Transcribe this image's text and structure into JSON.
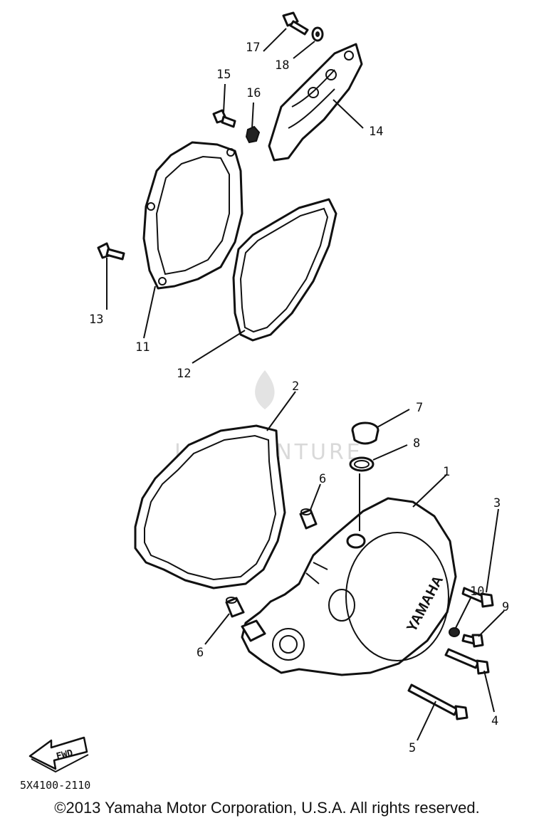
{
  "diagram": {
    "part_labels": [
      "1",
      "2",
      "3",
      "4",
      "5",
      "6",
      "6",
      "7",
      "8",
      "9",
      "10",
      "11",
      "12",
      "13",
      "14",
      "15",
      "16",
      "17",
      "18"
    ],
    "brand_text": "YAMAHA",
    "direction_label": "FWD",
    "part_code": "5X4100-2110",
    "watermark": "LEADVENTURE"
  },
  "footer": {
    "copyright": "©2013 Yamaha Motor Corporation, U.S.A. All rights reserved."
  }
}
